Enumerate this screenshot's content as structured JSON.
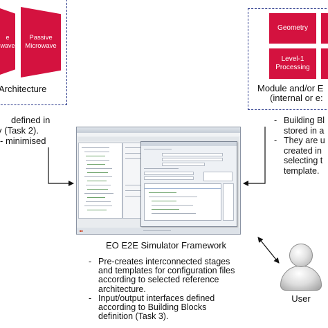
{
  "left_block": {
    "passive_label_1": "Passive",
    "passive_label_2": "Microwave",
    "left_partial_label": "e\nwave",
    "caption": "Architecture",
    "note_line_1": "defined in",
    "note_line_2": "v (Task 2).",
    "note_line_3": "- minimised"
  },
  "right_block": {
    "boxes": [
      "Geometry",
      "Level-1 Processing"
    ],
    "caption_line_1": "Module and/or E",
    "caption_line_2": "(internal or e:",
    "bullets": [
      [
        "Building Bl",
        "stored in a"
      ],
      [
        "They are u",
        "created in",
        "selecting t",
        "template."
      ]
    ]
  },
  "center": {
    "framework_title": "EO E2E Simulator Framework",
    "bullets": [
      [
        "Pre-creates interconnected stages",
        "and templates for configuration files",
        "according to selected reference",
        "architecture."
      ],
      [
        "Input/output interfaces defined",
        "according to Building Blocks",
        "definition (Task 3)."
      ]
    ]
  },
  "user": {
    "label": "User"
  },
  "colors": {
    "accent_red": "#d4123f",
    "dashed_border": "#2b3a8c"
  }
}
